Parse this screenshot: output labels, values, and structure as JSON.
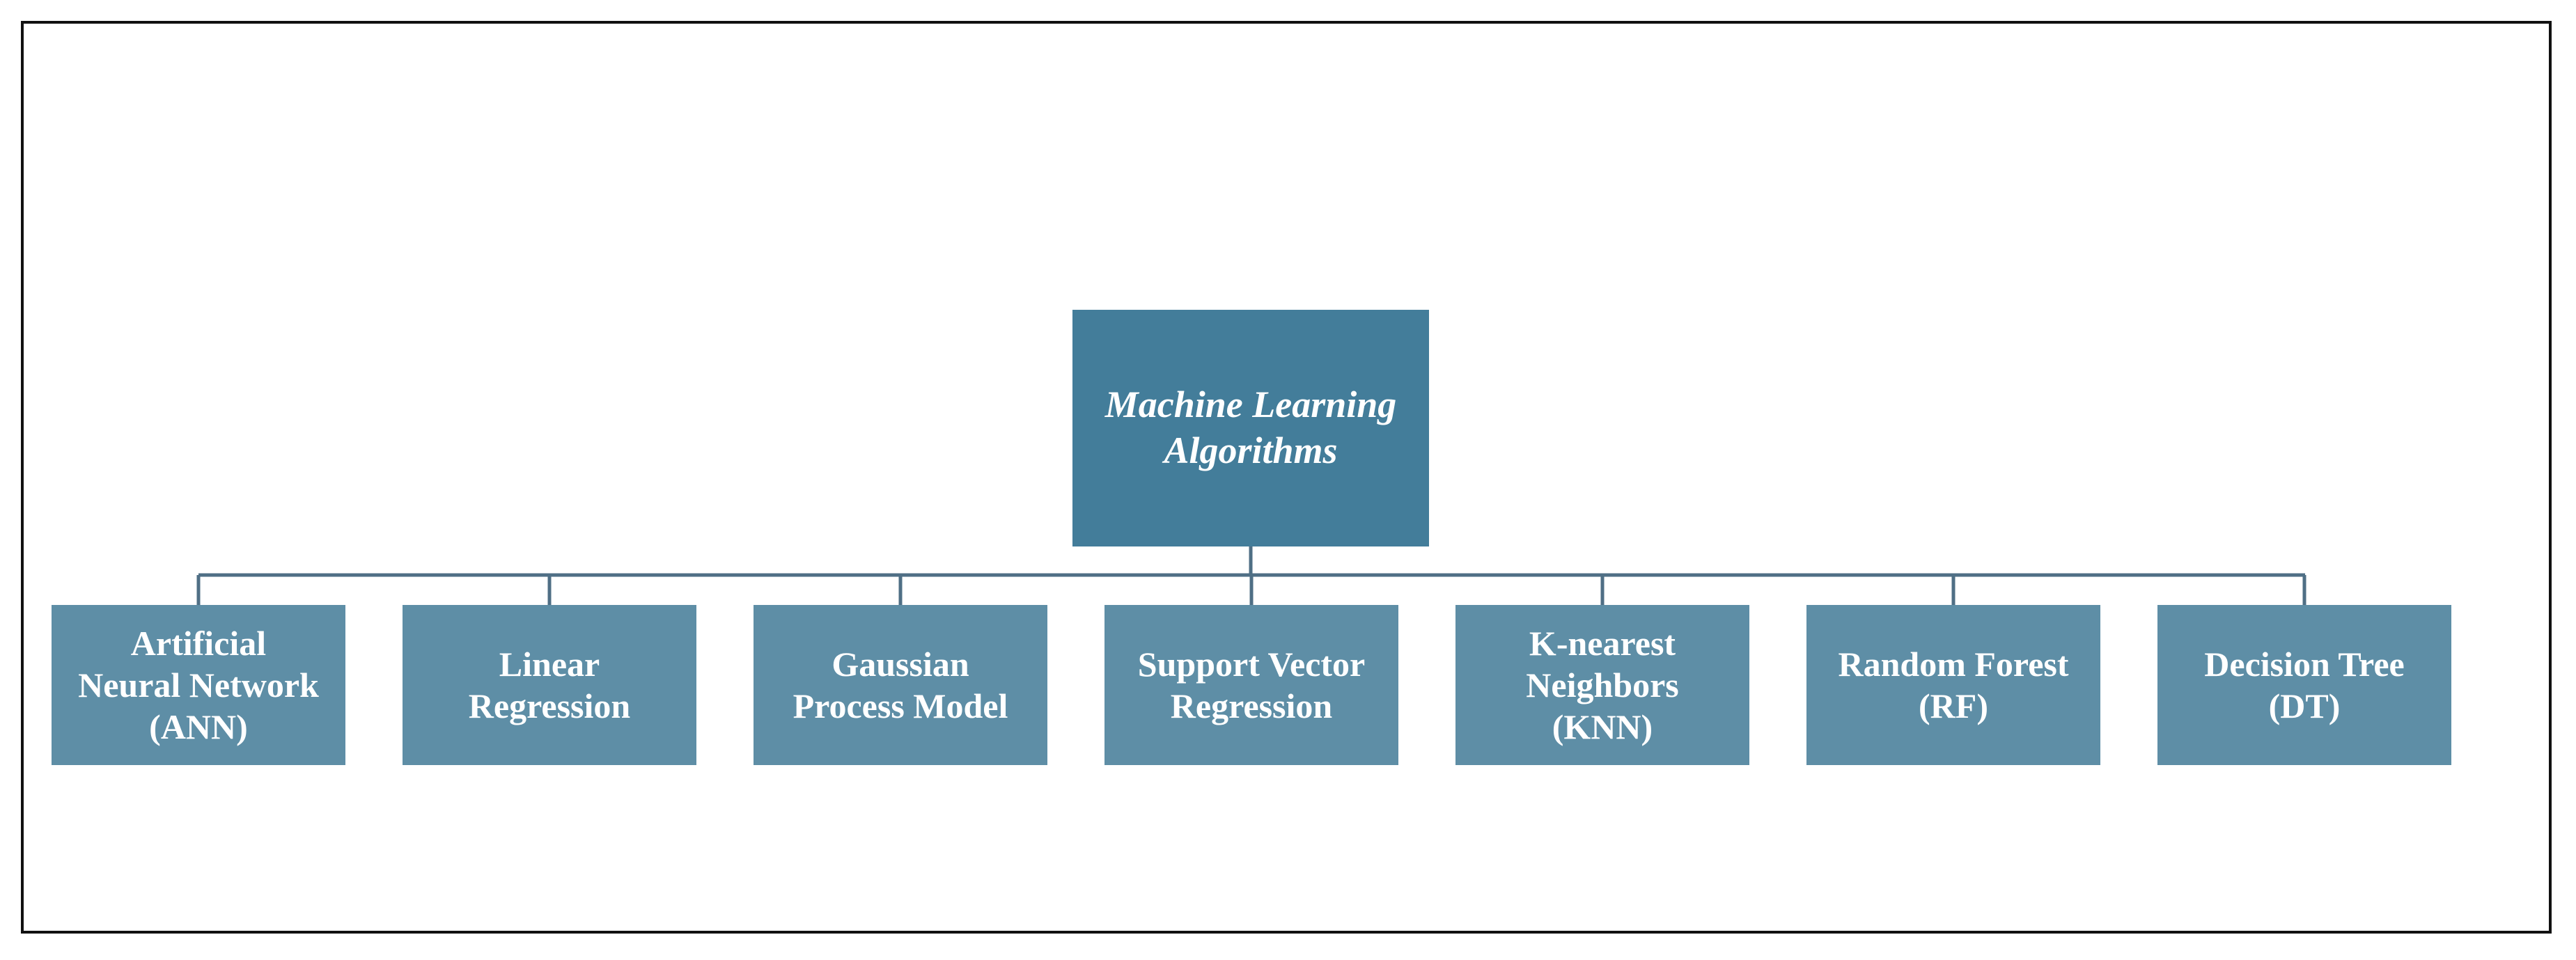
{
  "diagram": {
    "root": {
      "label": "Machine Learning\nAlgorithms"
    },
    "children": [
      {
        "label": "Artificial\nNeural Network\n(ANN)"
      },
      {
        "label": "Linear\nRegression"
      },
      {
        "label": "Gaussian\nProcess Model"
      },
      {
        "label": "Support Vector\nRegression"
      },
      {
        "label": "K-nearest\nNeighbors\n(KNN)"
      },
      {
        "label": "Random Forest\n(RF)"
      },
      {
        "label": "Decision Tree\n(DT)"
      }
    ],
    "colors": {
      "root_fill": "#437d9a",
      "child_fill": "#5e8ea6",
      "connector": "#4f6f85",
      "text": "#ffffff",
      "frame_border": "#111111"
    }
  }
}
